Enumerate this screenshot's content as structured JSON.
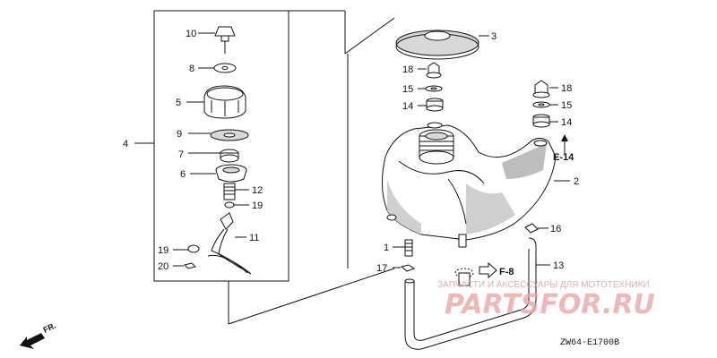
{
  "callouts": {
    "c10": "10",
    "c8": "8",
    "c5": "5",
    "c9": "9",
    "c7": "7",
    "c6": "6",
    "c12": "12",
    "c19a": "19",
    "c4": "4",
    "c11": "11",
    "c19b": "19",
    "c20": "20",
    "c3": "3",
    "c18a": "18",
    "c15a": "15",
    "c14a": "14",
    "c18b": "18",
    "c15b": "15",
    "c14b": "14",
    "c2": "2",
    "c16": "16",
    "c1": "1",
    "c13": "13",
    "c17": "17"
  },
  "refs": {
    "e14": "E-14",
    "f8": "F-8"
  },
  "direction": {
    "front": "FR."
  },
  "diagram_code": "ZW64-E1700B",
  "watermark": {
    "top": "ЗАПЧАСТИ И АКСЕССУАРЫ ДЛЯ МОТОТЕХНИКИ",
    "main": "PARTSFOR.RU"
  },
  "colors": {
    "line": "#111111",
    "watermark": "#e8a7a7"
  }
}
